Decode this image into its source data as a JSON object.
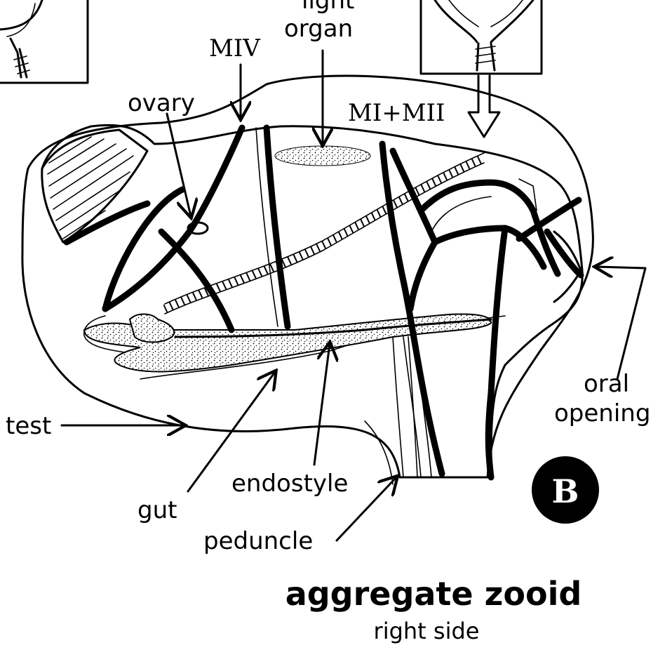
{
  "labels": {
    "light_organ_1": "light",
    "light_organ_2": "organ",
    "miv": "MIV",
    "ovary": "ovary",
    "mi_mii": "MI+MII",
    "test": "test",
    "oral_1": "oral",
    "oral_2": "opening",
    "endostyle": "endostyle",
    "gut": "gut",
    "peduncle": "peduncle"
  },
  "badge": "B",
  "title": "aggregate zooid",
  "subtitle": "right side"
}
